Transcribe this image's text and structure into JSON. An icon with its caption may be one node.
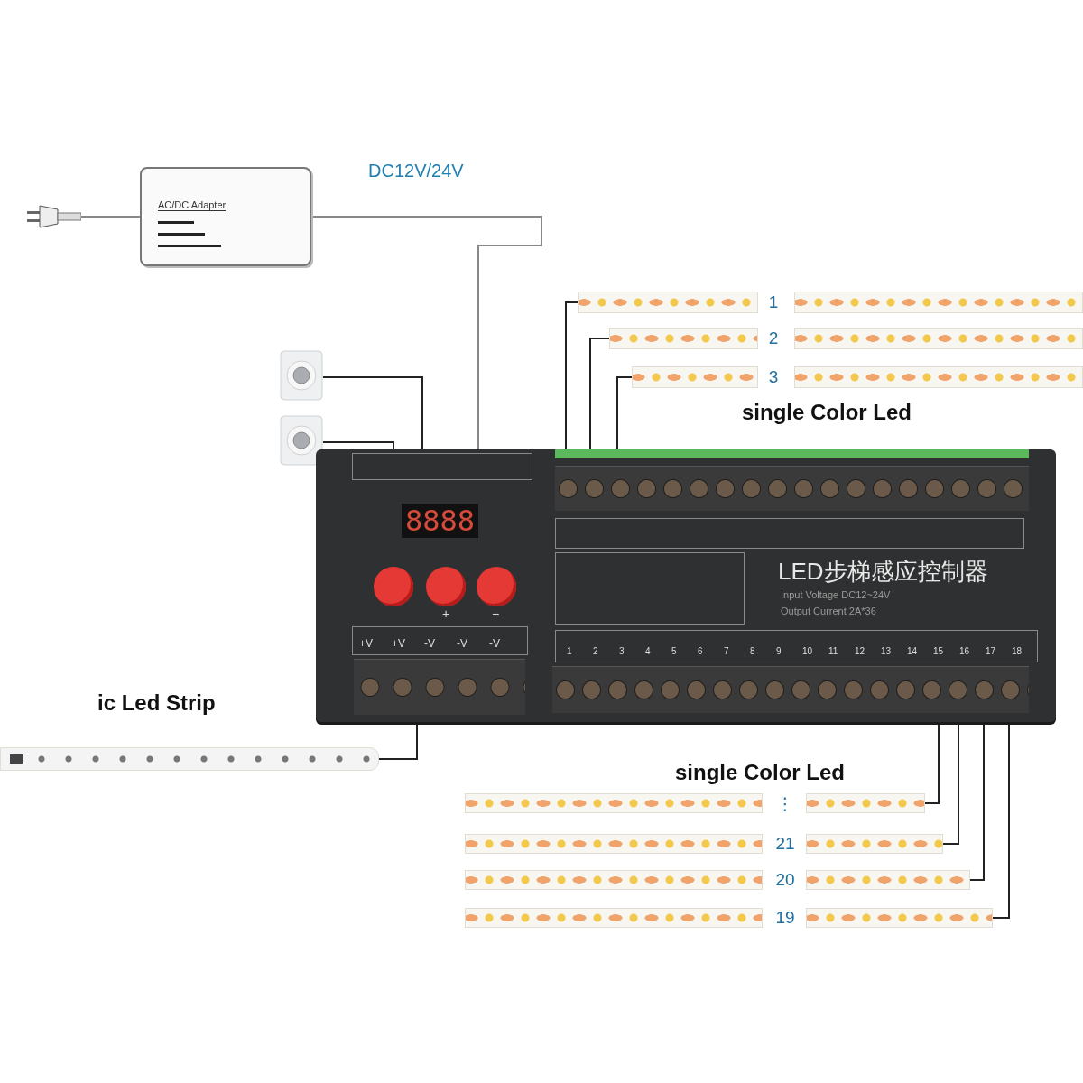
{
  "diagram": {
    "nodes": [
      {
        "text": [],
        "shape": "picture"
      },
      {
        "text": [
          "AC/DC Adapter"
        ]
      },
      {
        "text": [],
        "shape": "picture"
      },
      {
        "text": [],
        "shape": "picture"
      },
      {
        "text": [
          "LED步梯感应控制器",
          "Input Voltage DC12~24V",
          "Output Current 2A*36"
        ]
      },
      {
        "text": [],
        "shape": "bar",
        "beside": [
          "1"
        ]
      },
      {
        "text": [],
        "shape": "bar"
      },
      {
        "text": [],
        "shape": "bar",
        "beside": [
          "2"
        ]
      },
      {
        "text": [],
        "shape": "bar"
      },
      {
        "text": [],
        "shape": "bar",
        "beside": [
          "3"
        ]
      },
      {
        "text": [],
        "shape": "bar"
      },
      {
        "text": [],
        "shape": "bar"
      },
      {
        "text": [],
        "shape": "bar"
      },
      {
        "text": [],
        "shape": "bar",
        "beside": [
          "⋮"
        ]
      },
      {
        "text": [],
        "shape": "bar"
      },
      {
        "text": [],
        "shape": "bar",
        "beside": [
          "21"
        ]
      },
      {
        "text": [],
        "shape": "bar"
      },
      {
        "text": [],
        "shape": "bar",
        "beside": [
          "20"
        ]
      },
      {
        "text": [],
        "shape": "bar"
      },
      {
        "text": [],
        "shape": "bar",
        "beside": [
          "19"
        ]
      },
      {
        "text": [],
        "shape": "bar",
        "in": 4
      },
      {
        "text": [],
        "shape": "bar",
        "in": 4
      },
      {
        "text": [],
        "shape": "bar",
        "in": 4
      }
    ],
    "edges": [
      {
        "from": 0,
        "to": 1,
        "arrow": "none",
        "color": "#888888"
      },
      {
        "from": 1,
        "to": 4,
        "arrow": "none",
        "label": "DC12V/24V",
        "color": "#888888"
      },
      {
        "from": 2,
        "to": 4,
        "arrow": "none"
      },
      {
        "from": 3,
        "to": 4,
        "arrow": "none"
      },
      {
        "from": 5,
        "to": 4,
        "arrow": "none"
      },
      {
        "from": 7,
        "to": 4,
        "arrow": "none"
      },
      {
        "from": 9,
        "to": 4,
        "arrow": "none"
      },
      {
        "from": 11,
        "to": 4,
        "arrow": "none"
      },
      {
        "from": 13,
        "to": 4,
        "arrow": "none"
      },
      {
        "from": 15,
        "to": 4,
        "arrow": "none"
      },
      {
        "from": 17,
        "to": 4,
        "arrow": "none"
      },
      {
        "from": 19,
        "to": 4,
        "arrow": "none"
      }
    ],
    "labels": [
      "single Color Led",
      "8888",
      "+",
      "−",
      "+V",
      "+V",
      "-V",
      "-V",
      "-V",
      "1",
      "2",
      "3",
      "4",
      "5",
      "6",
      "7",
      "8",
      "9",
      "10",
      "11",
      "12",
      "13",
      "14",
      "15",
      "16",
      "17",
      "18",
      "ic Led Strip",
      "single Color Led"
    ]
  }
}
